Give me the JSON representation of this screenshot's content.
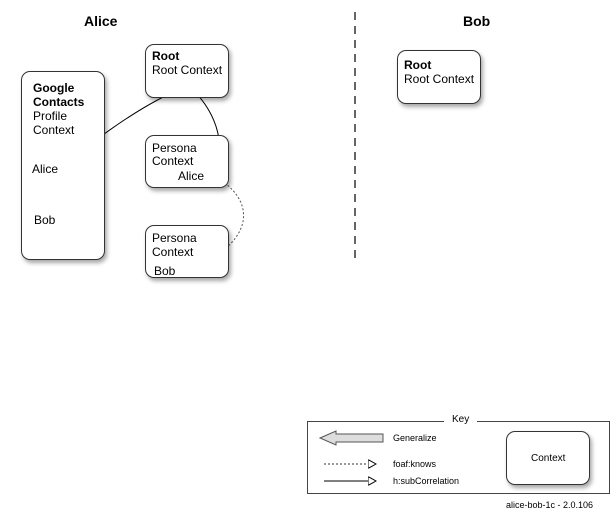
{
  "lanes": {
    "alice": "Alice",
    "bob": "Bob"
  },
  "alice": {
    "root": {
      "title": "Root",
      "subtitle": "Root Context"
    },
    "google": {
      "title_line1": "Google",
      "title_line2": "Contacts",
      "subtitle_line1": "Profile",
      "subtitle_line2": "Context",
      "node_alice": "Alice",
      "node_bob": "Bob"
    },
    "persona_alice": {
      "line1": "Persona",
      "line2": "Context",
      "node": "Alice"
    },
    "persona_bob": {
      "line1": "Persona",
      "line2": "Context",
      "node": "Bob"
    }
  },
  "bob": {
    "root": {
      "title": "Root",
      "subtitle": "Root Context"
    }
  },
  "key": {
    "title": "Key",
    "generalize": "Generalize",
    "foaf_knows": "foaf:knows",
    "sub_correlation": "h:subCorrelation",
    "context": "Context"
  },
  "footer": "alice-bob-1c - 2.0.106",
  "colors": {
    "purple_node": "#8b1a8b",
    "red_node": "#d81818",
    "lane_divider": "#333333"
  }
}
